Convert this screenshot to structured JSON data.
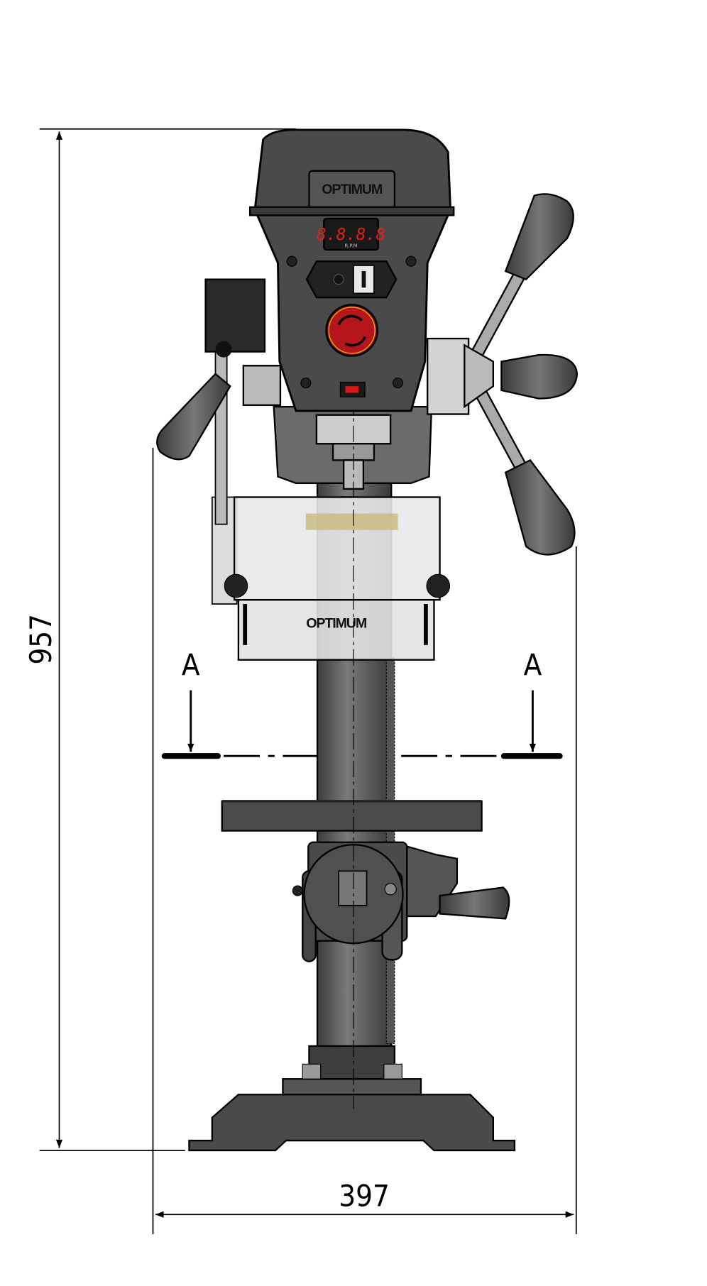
{
  "dimensions": {
    "height_value": "957",
    "width_value": "397"
  },
  "section": {
    "left_label": "A",
    "right_label": "A"
  },
  "machine": {
    "brand_logo": "OPTIMUM",
    "guard_logo": "OPTIMUM",
    "display_value": "8.8.8.8",
    "display_unit": "R.P.M"
  },
  "colors": {
    "body": "#4a4a4a",
    "body_dark": "#2e2e2e",
    "steel": "#9a9a9a",
    "estop_red": "#b5161b",
    "lcd_red": "#e0201c",
    "guard": "#e6e8ea"
  }
}
